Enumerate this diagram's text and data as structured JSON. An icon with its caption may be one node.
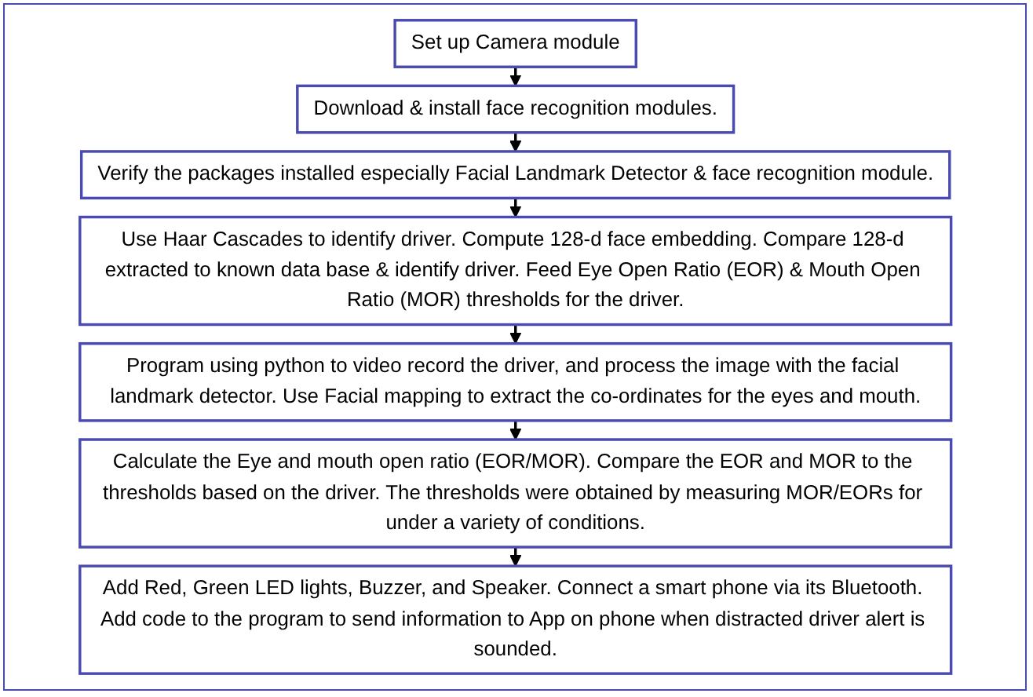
{
  "diagram": {
    "nodes": [
      {
        "text": [
          "Set up Camera module"
        ]
      },
      {
        "text": [
          "Download & install face recognition modules."
        ]
      },
      {
        "text": [
          "Verify the packages installed especially Facial Landmark Detector & face recognition module."
        ]
      },
      {
        "text": [
          "Use Haar Cascades to identify driver. Compute 128-d face embedding. Compare 128-d extracted to known data base & identify driver. Feed Eye Open Ratio (EOR) & Mouth Open Ratio (MOR) thresholds for the driver."
        ]
      },
      {
        "text": [
          "Program using python to video record the driver, and process the image with the facial landmark detector. Use Facial mapping to extract the co-ordinates for the eyes and mouth."
        ]
      },
      {
        "text": [
          "Calculate the Eye and mouth open ratio (EOR/MOR). Compare the EOR and MOR to the thresholds based on the driver. The thresholds were obtained by measuring MOR/EORs for under a variety of conditions."
        ]
      },
      {
        "text": [
          "Add Red, Green LED lights, Buzzer, and Speaker. Connect a smart phone via its Bluetooth. Add code to the program to send information to App on phone when distracted driver alert is sounded."
        ]
      }
    ],
    "edges": [
      {
        "from": 0,
        "to": 1,
        "arrow": "to"
      },
      {
        "from": 1,
        "to": 2,
        "arrow": "to"
      },
      {
        "from": 2,
        "to": 3,
        "arrow": "to"
      },
      {
        "from": 3,
        "to": 4,
        "arrow": "to"
      },
      {
        "from": 4,
        "to": 5,
        "arrow": "to"
      },
      {
        "from": 5,
        "to": 6,
        "arrow": "to"
      }
    ]
  }
}
